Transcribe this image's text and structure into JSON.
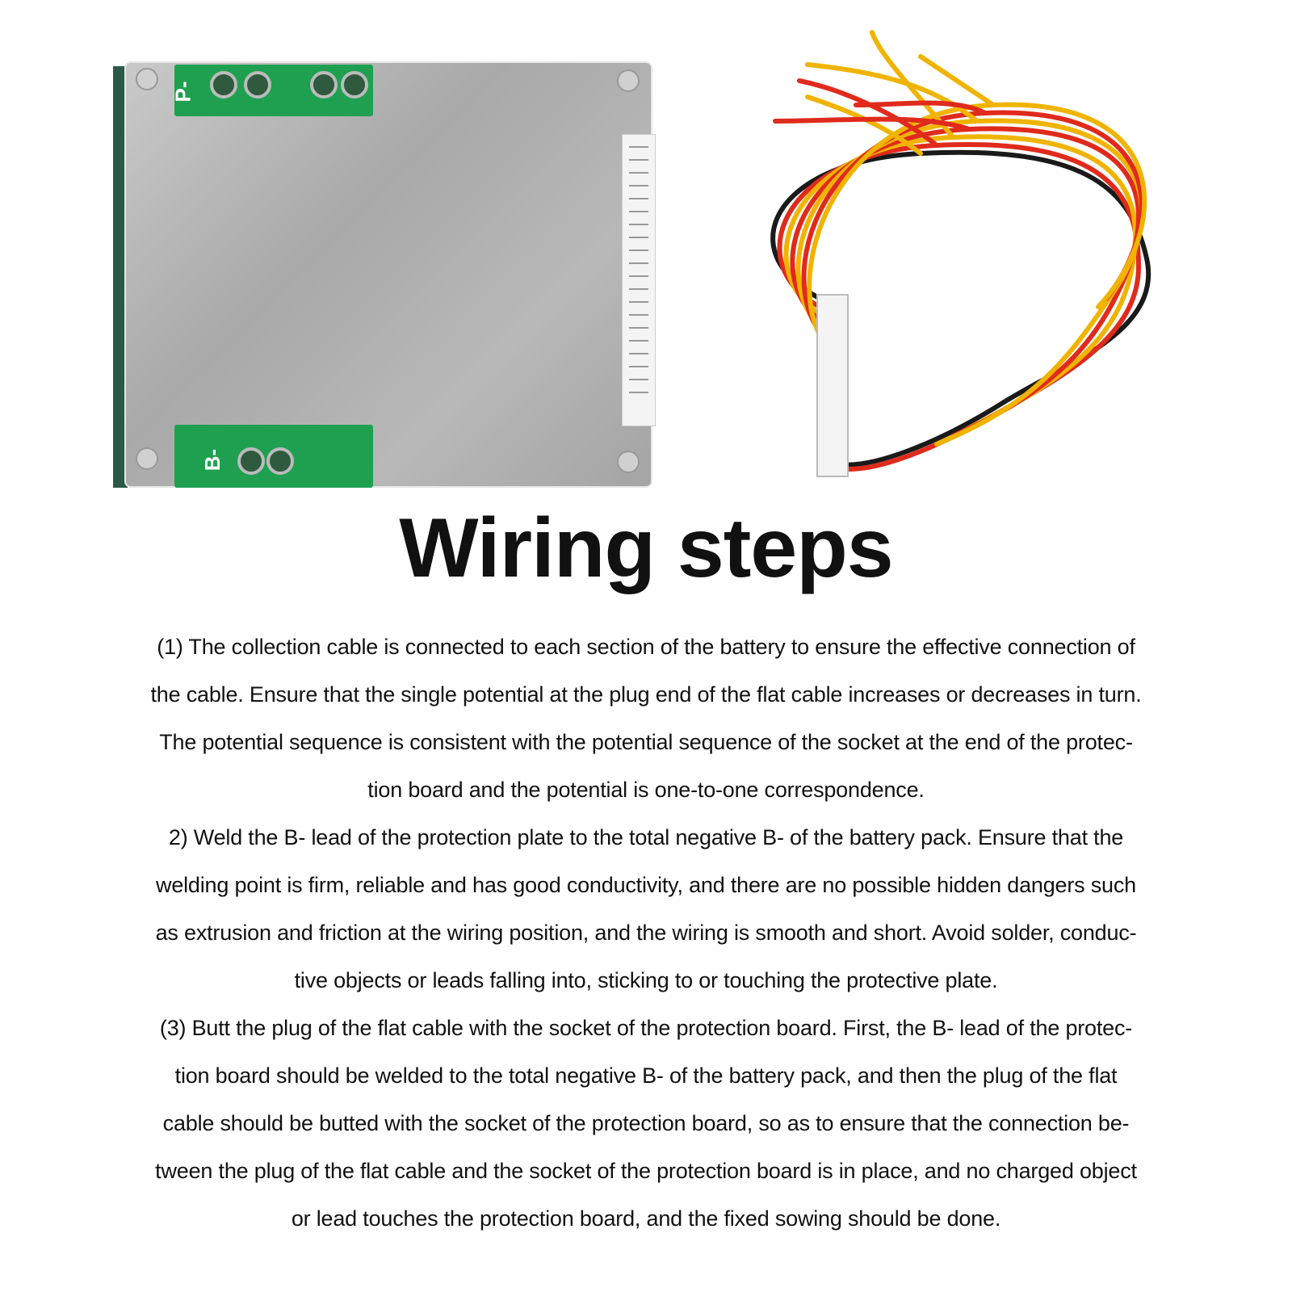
{
  "image": {
    "board_labels": {
      "top_pad": "P-",
      "bottom_pad": "B-"
    },
    "colors": {
      "wire_red": "#e02a1c",
      "wire_yellow": "#f0b400",
      "wire_black": "#1a1a1a",
      "pcb_green": "#1fa050",
      "plate": "#b4b4b4"
    }
  },
  "title": "Wiring steps",
  "paragraph_lines": [
    "(1) The collection cable is connected to each section of the battery to ensure the effective connection of",
    "the cable. Ensure that the single potential at the plug end of the flat cable increases or decreases in turn.",
    "The potential sequence is consistent with the potential sequence of the socket at the end of the protec-",
    "tion board and the potential is one-to-one correspondence.",
    "2) Weld the B- lead of the protection plate to the total negative B- of the battery pack. Ensure that the",
    "welding point is firm, reliable and has good conductivity, and there are no possible hidden dangers such",
    "as extrusion and friction at the wiring position, and the wiring is smooth and short. Avoid solder, conduc-",
    "tive objects or leads falling into, sticking to or touching the protective plate.",
    "(3) Butt the plug of the flat cable with the socket of the protection board. First, the B- lead of the protec-",
    "tion board should be welded to the total negative B- of the battery pack, and then the plug of the flat",
    "cable should be butted with the socket of the protection board, so as to ensure that the connection be-",
    "tween the plug of the flat cable and the socket of the protection board is in place, and no charged object",
    "or lead touches the protection board, and the fixed sowing should be done."
  ]
}
